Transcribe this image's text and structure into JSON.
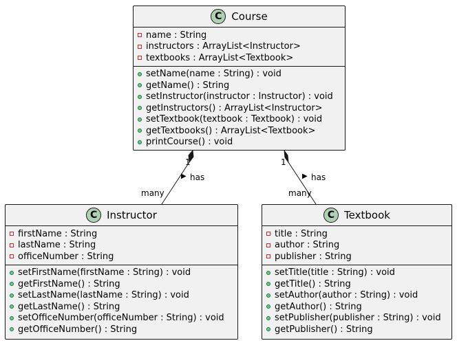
{
  "classes": {
    "course": {
      "name": "Course",
      "badge": "C",
      "fields": [
        {
          "vis": "private",
          "text": "name : String"
        },
        {
          "vis": "private",
          "text": "instructors : ArrayList<Instructor>"
        },
        {
          "vis": "private",
          "text": "textbooks : ArrayList<Textbook>"
        }
      ],
      "methods": [
        {
          "vis": "public",
          "text": "setName(name : String) : void"
        },
        {
          "vis": "public",
          "text": "getName() : String"
        },
        {
          "vis": "public",
          "text": "setInstructor(instructor : Instructor) : void"
        },
        {
          "vis": "public",
          "text": "getInstructors() : ArrayList<Instructor>"
        },
        {
          "vis": "public",
          "text": "setTextbook(textbook : Textbook) : void"
        },
        {
          "vis": "public",
          "text": "getTextbooks() : ArrayList<Textbook>"
        },
        {
          "vis": "public",
          "text": "printCourse() : void"
        }
      ]
    },
    "instructor": {
      "name": "Instructor",
      "badge": "C",
      "fields": [
        {
          "vis": "private",
          "text": "firstName : String"
        },
        {
          "vis": "private",
          "text": "lastName : String"
        },
        {
          "vis": "private",
          "text": "officeNumber : String"
        }
      ],
      "methods": [
        {
          "vis": "public",
          "text": "setFirstName(firstName : String) : void"
        },
        {
          "vis": "public",
          "text": "getFirstName() : String"
        },
        {
          "vis": "public",
          "text": "setLastName(lastName : String) : void"
        },
        {
          "vis": "public",
          "text": "getLastName() : String"
        },
        {
          "vis": "public",
          "text": "setOfficeNumber(officeNumber : String) : void"
        },
        {
          "vis": "public",
          "text": "getOfficeNumber() : String"
        }
      ]
    },
    "textbook": {
      "name": "Textbook",
      "badge": "C",
      "fields": [
        {
          "vis": "private",
          "text": "title : String"
        },
        {
          "vis": "private",
          "text": "author : String"
        },
        {
          "vis": "private",
          "text": "publisher : String"
        }
      ],
      "methods": [
        {
          "vis": "public",
          "text": "setTitle(title : String) : void"
        },
        {
          "vis": "public",
          "text": "getTitle() : String"
        },
        {
          "vis": "public",
          "text": "setAuthor(author : String) : void"
        },
        {
          "vis": "public",
          "text": "getAuthor() : String"
        },
        {
          "vis": "public",
          "text": "setPublisher(publisher : String) : void"
        },
        {
          "vis": "public",
          "text": "getPublisher() : String"
        }
      ]
    }
  },
  "relations": {
    "course_instructor": {
      "source_mult": "1",
      "target_mult": "many",
      "label": "has",
      "direction_glyph": "▶"
    },
    "course_textbook": {
      "source_mult": "1",
      "target_mult": "many",
      "label": "has",
      "direction_glyph": "▶"
    }
  },
  "colors": {
    "class_bg": "#f1f1f1",
    "border": "#181818",
    "badge": "#add1b2",
    "private_marker": "#c82930",
    "public_marker": "#84be84"
  }
}
